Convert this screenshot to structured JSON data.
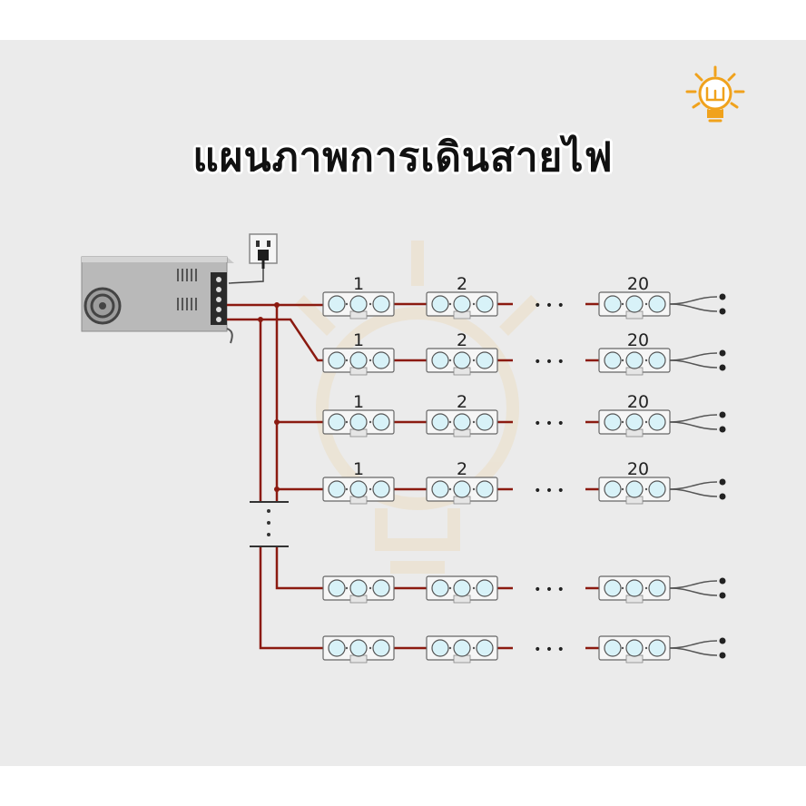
{
  "title": "แผนภาพการเดินสายไฟ",
  "logo_icon": "lightbulb-logo-icon",
  "colors": {
    "background": "#ebebeb",
    "wire": "#8b1a10",
    "logo": "#f0a21c",
    "module_body": "#f6f6f6",
    "led": "#d8f2f8"
  },
  "rows": [
    {
      "labels": [
        "1",
        "2",
        "20"
      ]
    },
    {
      "labels": [
        "1",
        "2",
        "20"
      ]
    },
    {
      "labels": [
        "1",
        "2",
        "20"
      ]
    },
    {
      "labels": [
        "1",
        "2",
        "20"
      ]
    },
    {
      "labels": [
        "",
        "",
        ""
      ]
    },
    {
      "labels": [
        "",
        "",
        ""
      ]
    }
  ],
  "ellipsis": "• • •"
}
